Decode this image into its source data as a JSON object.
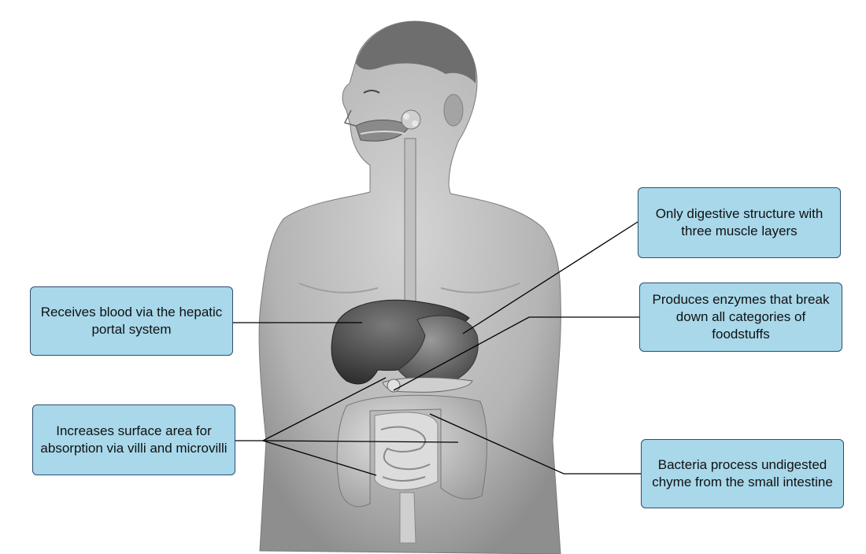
{
  "labels": {
    "liver": "Receives blood via the hepatic portal system",
    "small_intestine": "Increases surface area for absorption via villi and microvilli",
    "stomach": "Only digestive structure with three muscle layers",
    "pancreas": "Produces enzymes that break down all categories of foodstuffs",
    "large_intestine": "Bacteria process undigested chyme from the small intestine"
  },
  "colors": {
    "box_fill": "#a8d8ea",
    "box_border": "#2e4d73",
    "leader_line": "#000000"
  }
}
